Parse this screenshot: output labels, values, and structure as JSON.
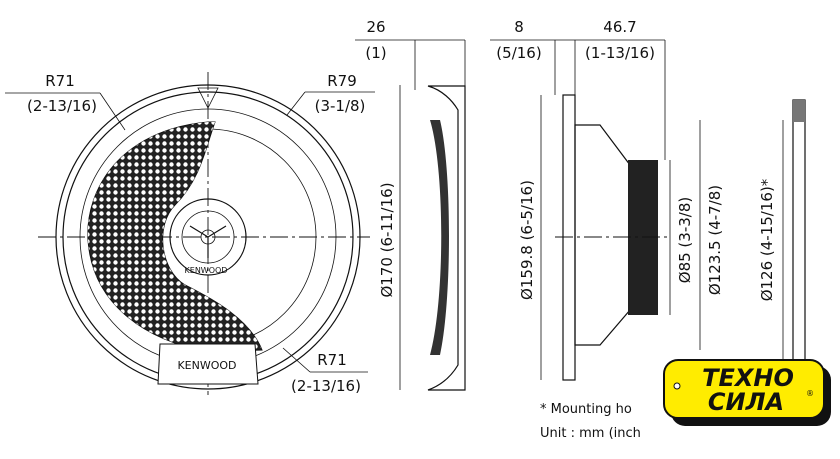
{
  "front_view": {
    "r71_top": {
      "mm": "R71",
      "inch": "(2-13/16)"
    },
    "r79": {
      "mm": "R79",
      "inch": "(3-1/8)"
    },
    "r71_bottom": {
      "mm": "R71",
      "inch": "(2-13/16)"
    },
    "brand_grille": "KENWOOD",
    "brand_center": "KENWOOD",
    "diameter": "Ø170 (6-11/16)"
  },
  "side_view": {
    "depth_grille": {
      "mm": "26",
      "inch": "(1)"
    },
    "flange": {
      "mm": "8",
      "inch": "(5/16)"
    },
    "depth": {
      "mm": "46.7",
      "inch": "(1-13/16)"
    },
    "diameters": [
      "Ø159.8 (6-5/16)",
      "Ø85 (3-3/8)",
      "Ø123.5 (4-7/8)",
      "Ø126 (4-15/16)*"
    ]
  },
  "notes": {
    "mounting": "* Mounting ho",
    "unit": "Unit : mm (inch"
  },
  "logo": {
    "line1": "ТЕХНО",
    "line2": "СИЛА",
    "mark": "®",
    "bg": "#ffec00"
  }
}
